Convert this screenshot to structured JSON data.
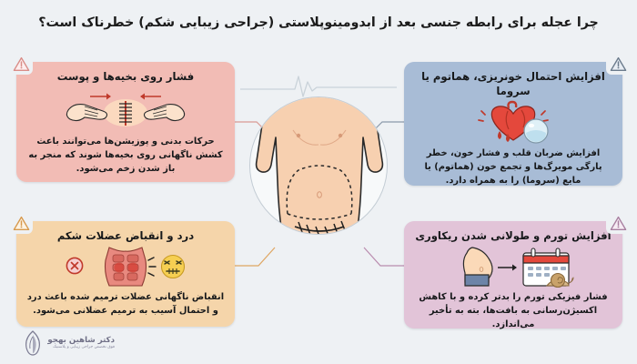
{
  "page": {
    "title": "چرا عجله برای رابطه جنسی بعد از ابدومینوپلاستی (جراحی زیبایی شکم) خطرناک است؟",
    "background_color": "#eef1f4",
    "direction": "rtl"
  },
  "center": {
    "name": "abdominoplasty-torso-illustration",
    "description": "torso-with-dashed-surgical-marking-and-stitches",
    "ecg_line": "heartbeat-line",
    "skin_color": "#f7d0b0",
    "circle_border_color": "#c3ccd4"
  },
  "cards": [
    {
      "id": "pressure-on-stitches",
      "position": "top-left",
      "title": "فشار روی بخیه‌ها و پوست",
      "body": "حرکات بدنی و پوزیشن‌ها می‌توانند باعث کشش ناگهانی روی بخیه‌ها شوند که منجر به باز شدن زخم می‌شود.",
      "color": "#f2bcb5",
      "shadow_color": "#f6d2cc",
      "warning_icon_color": "#d98d88",
      "warning_badge_position": "top-left",
      "icon": "hands-pulling-stitched-wound-icon"
    },
    {
      "id": "bleeding-hematoma-seroma",
      "position": "top-right",
      "title": "افزایش احتمال خونریزی، هماتوم یا سروما",
      "body": "افزایش ضربان قلب و فشار خون، خطر پارگی مویرگ‌ها و تجمع خون (هماتوم) یا مایع (سروما) را به همراه دارد.",
      "color": "#a8bcd6",
      "shadow_color": "#c3d1e2",
      "warning_icon_color": "#6b7b8c",
      "warning_badge_position": "top-right",
      "icon": "heart-blood-drops-fluid-bubble-icon"
    },
    {
      "id": "abdominal-muscle-pain",
      "position": "bottom-left",
      "title": "درد و انقباض عضلات شکم",
      "body": "انقباض ناگهانی عضلات ترمیم شده باعث درد و احتمال آسیب به ترمیم عضلانی می‌شود.",
      "color": "#f5d5aa",
      "shadow_color": "#f8e3c6",
      "warning_icon_color": "#d79a4e",
      "warning_badge_position": "top-left",
      "icon": "abdominal-muscles-pain-face-icon"
    },
    {
      "id": "swelling-longer-recovery",
      "position": "bottom-right",
      "title": "افزایش تورم و طولانی شدن ریکاوری",
      "body": "فشار فیزیکی تورم را بدتر کرده و با کاهش اکسیژن‌رسانی به بافت‌ها، بته به تأخیر می‌اندازد.",
      "color": "#e2c4d8",
      "shadow_color": "#ecd8e6",
      "warning_icon_color": "#a87fa0",
      "warning_badge_position": "top-right",
      "icon": "swollen-belly-calendar-snail-icon"
    }
  ],
  "logo": {
    "name": "دکتر شاهین بهجو",
    "subtitle": "فوق تخصص جراحی زیبایی و پلاستیک",
    "mark": "stylized-leaf-monogram-icon",
    "color": "#6f6f86"
  }
}
